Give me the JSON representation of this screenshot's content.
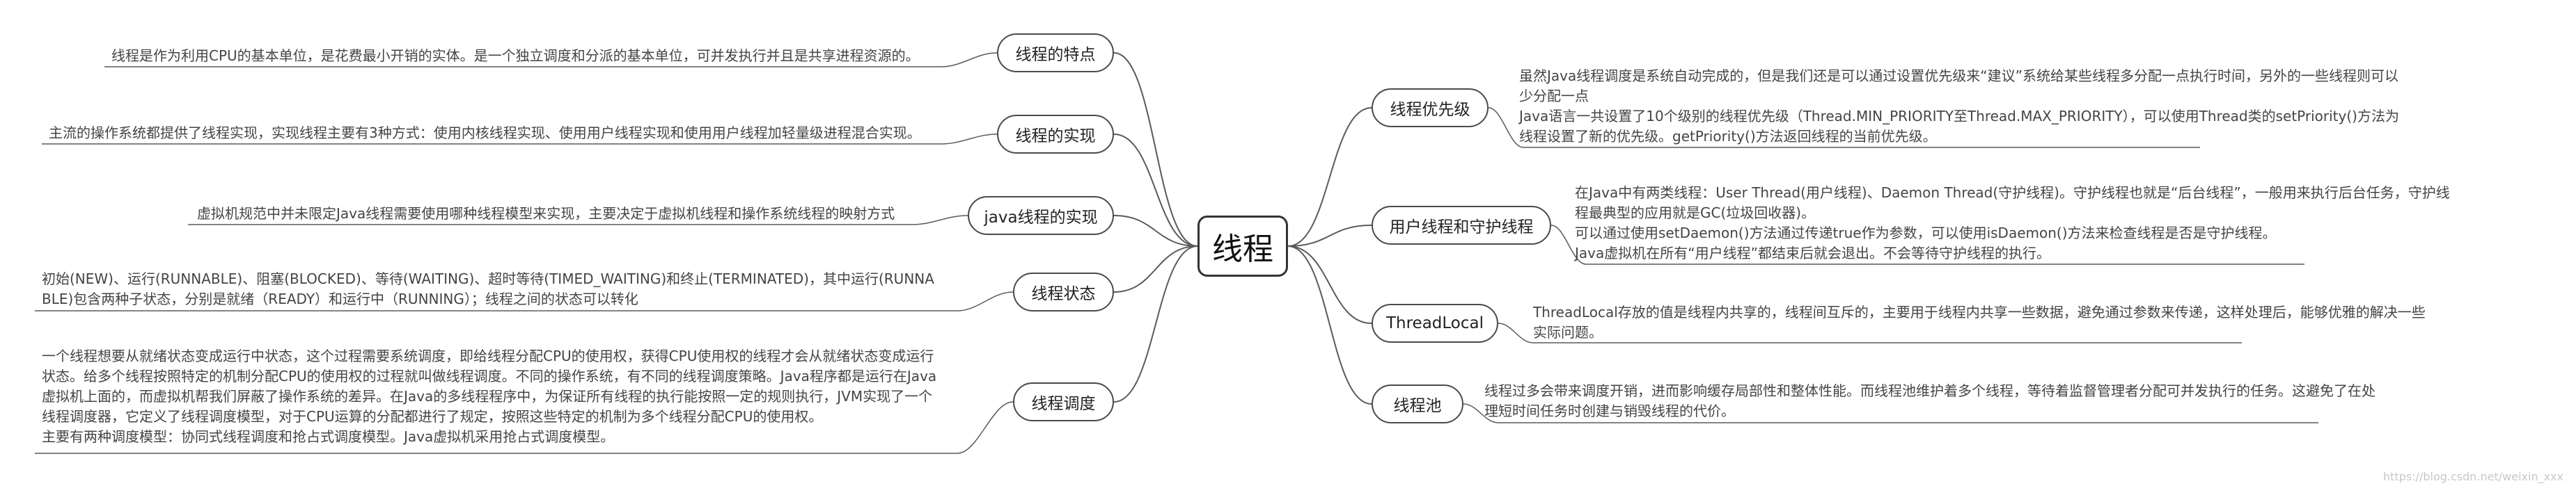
{
  "center": {
    "label": "线程"
  },
  "left": [
    {
      "label": "线程的特点",
      "lines": [
        "线程是作为利用CPU的基本单位，是花费最小开销的实体。是一个独立调度和分派的基本单位，可并发执行并且是共享进程资源的。"
      ]
    },
    {
      "label": "线程的实现",
      "lines": [
        "主流的操作系统都提供了线程实现，实现线程主要有3种方式：使用内核线程实现、使用用户线程实现和使用用户线程加轻量级进程混合实现。"
      ]
    },
    {
      "label": "java线程的实现",
      "lines": [
        "虚拟机规范中并未限定Java线程需要使用哪种线程模型来实现，主要决定于虚拟机线程和操作系统线程的映射方式"
      ]
    },
    {
      "label": "线程状态",
      "lines": [
        "初始(NEW)、运行(RUNNABLE)、阻塞(BLOCKED)、等待(WAITING)、超时等待(TIMED_WAITING)和终止(TERMINATED)，其中运行(RUNNA",
        "BLE)包含两种子状态，分别是就绪（READY）和运行中（RUNNING）；线程之间的状态可以转化"
      ]
    },
    {
      "label": "线程调度",
      "lines": [
        "一个线程想要从就绪状态变成运行中状态，这个过程需要系统调度，即给线程分配CPU的使用权，获得CPU使用权的线程才会从就绪状态变成运行",
        "状态。给多个线程按照特定的机制分配CPU的使用权的过程就叫做线程调度。不同的操作系统，有不同的线程调度策略。Java程序都是运行在Java",
        "虚拟机上面的，而虚拟机帮我们屏蔽了操作系统的差异。在Java的多线程程序中，为保证所有线程的执行能按照一定的规则执行，JVM实现了一个",
        "线程调度器，它定义了线程调度模型，对于CPU运算的分配都进行了规定，按照这些特定的机制为多个线程分配CPU的使用权。",
        "主要有两种调度模型：协同式线程调度和抢占式调度模型。Java虚拟机采用抢占式调度模型。"
      ]
    }
  ],
  "right": [
    {
      "label": "线程优先级",
      "lines": [
        "虽然Java线程调度是系统自动完成的，但是我们还是可以通过设置优先级来“建议”系统给某些线程多分配一点执行时间，另外的一些线程则可以",
        "少分配一点",
        "Java语言一共设置了10个级别的线程优先级（Thread.MIN_PRIORITY至Thread.MAX_PRIORITY），可以使用Thread类的setPriority()方法为",
        "线程设置了新的优先级。getPriority()方法返回线程的当前优先级。"
      ]
    },
    {
      "label": "用户线程和守护线程",
      "lines": [
        "在Java中有两类线程：User Thread(用户线程)、Daemon Thread(守护线程)。守护线程也就是“后台线程”，一般用来执行后台任务，守护线",
        "程最典型的应用就是GC(垃圾回收器)。",
        "可以通过使用setDaemon()方法通过传递true作为参数，可以使用isDaemon()方法来检查线程是否是守护线程。",
        "Java虚拟机在所有“用户线程”都结束后就会退出。不会等待守护线程的执行。"
      ]
    },
    {
      "label": "ThreadLocal",
      "lines": [
        "ThreadLocal存放的值是线程内共享的，线程间互斥的，主要用于线程内共享一些数据，避免通过参数来传递，这样处理后，能够优雅的解决一些",
        "实际问题。"
      ]
    },
    {
      "label": "线程池",
      "lines": [
        "线程过多会带来调度开销，进而影响缓存局部性和整体性能。而线程池维护着多个线程，等待着监督管理者分配可并发执行的任务。这避免了在处",
        "理短时间任务时创建与销毁线程的代价。"
      ]
    }
  ],
  "watermark": "https://blog.csdn.net/weixin_xxx",
  "colors": {
    "line": "#5a5a5a",
    "border": "#4a4a4a",
    "text": "#444444"
  }
}
